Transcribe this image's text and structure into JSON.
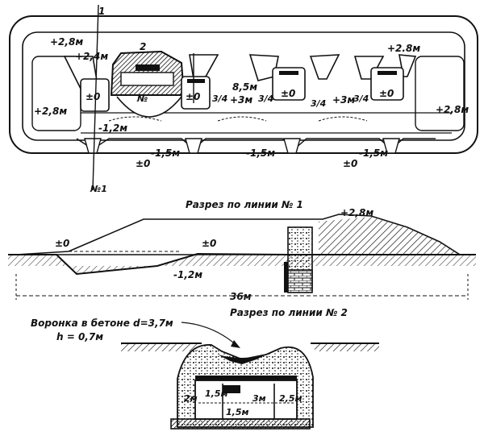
{
  "plan": {
    "marks": {
      "p28_topleft": "+2,8м",
      "p24": "+2,4м",
      "p28_topright": "+2.8м",
      "p28_left": "+2,8м",
      "p28_right": "+2,8м",
      "z1": "±0",
      "z2": "±0",
      "z3": "±0",
      "z4": "±0",
      "m12": "-1,2м",
      "m15_left": "-1,5м",
      "m15_mid": "-1,5м",
      "m15_right": "-1,5м",
      "z_bottom_left": "±0",
      "z_bottom_right": "±0",
      "h85": "8,5м",
      "p3_a": "+3м",
      "p3_b": "+3м",
      "frac1": "3/4",
      "frac2": "3/4",
      "frac3": "3/4",
      "frac4": "3/4",
      "section_2": "2",
      "section_1": "1",
      "section_n1": "№1",
      "section_n2": "№"
    }
  },
  "section1": {
    "title": "Разрез по линии № 1",
    "mark_28": "+2,8м",
    "mark_z_left": "±0",
    "mark_z_mid": "±0",
    "mark_12": "-1,2м",
    "length": "36м"
  },
  "section2": {
    "title": "Разрез по линии № 2",
    "crater_line1": "Воронка в бетоне d=3,7м",
    "crater_line2": "h = 0,7м",
    "dim_2": "2м",
    "dim_15_top": "1,5м",
    "dim_15_bottom": "1,5м",
    "dim_3": "3м",
    "dim_25": "2,5м"
  }
}
